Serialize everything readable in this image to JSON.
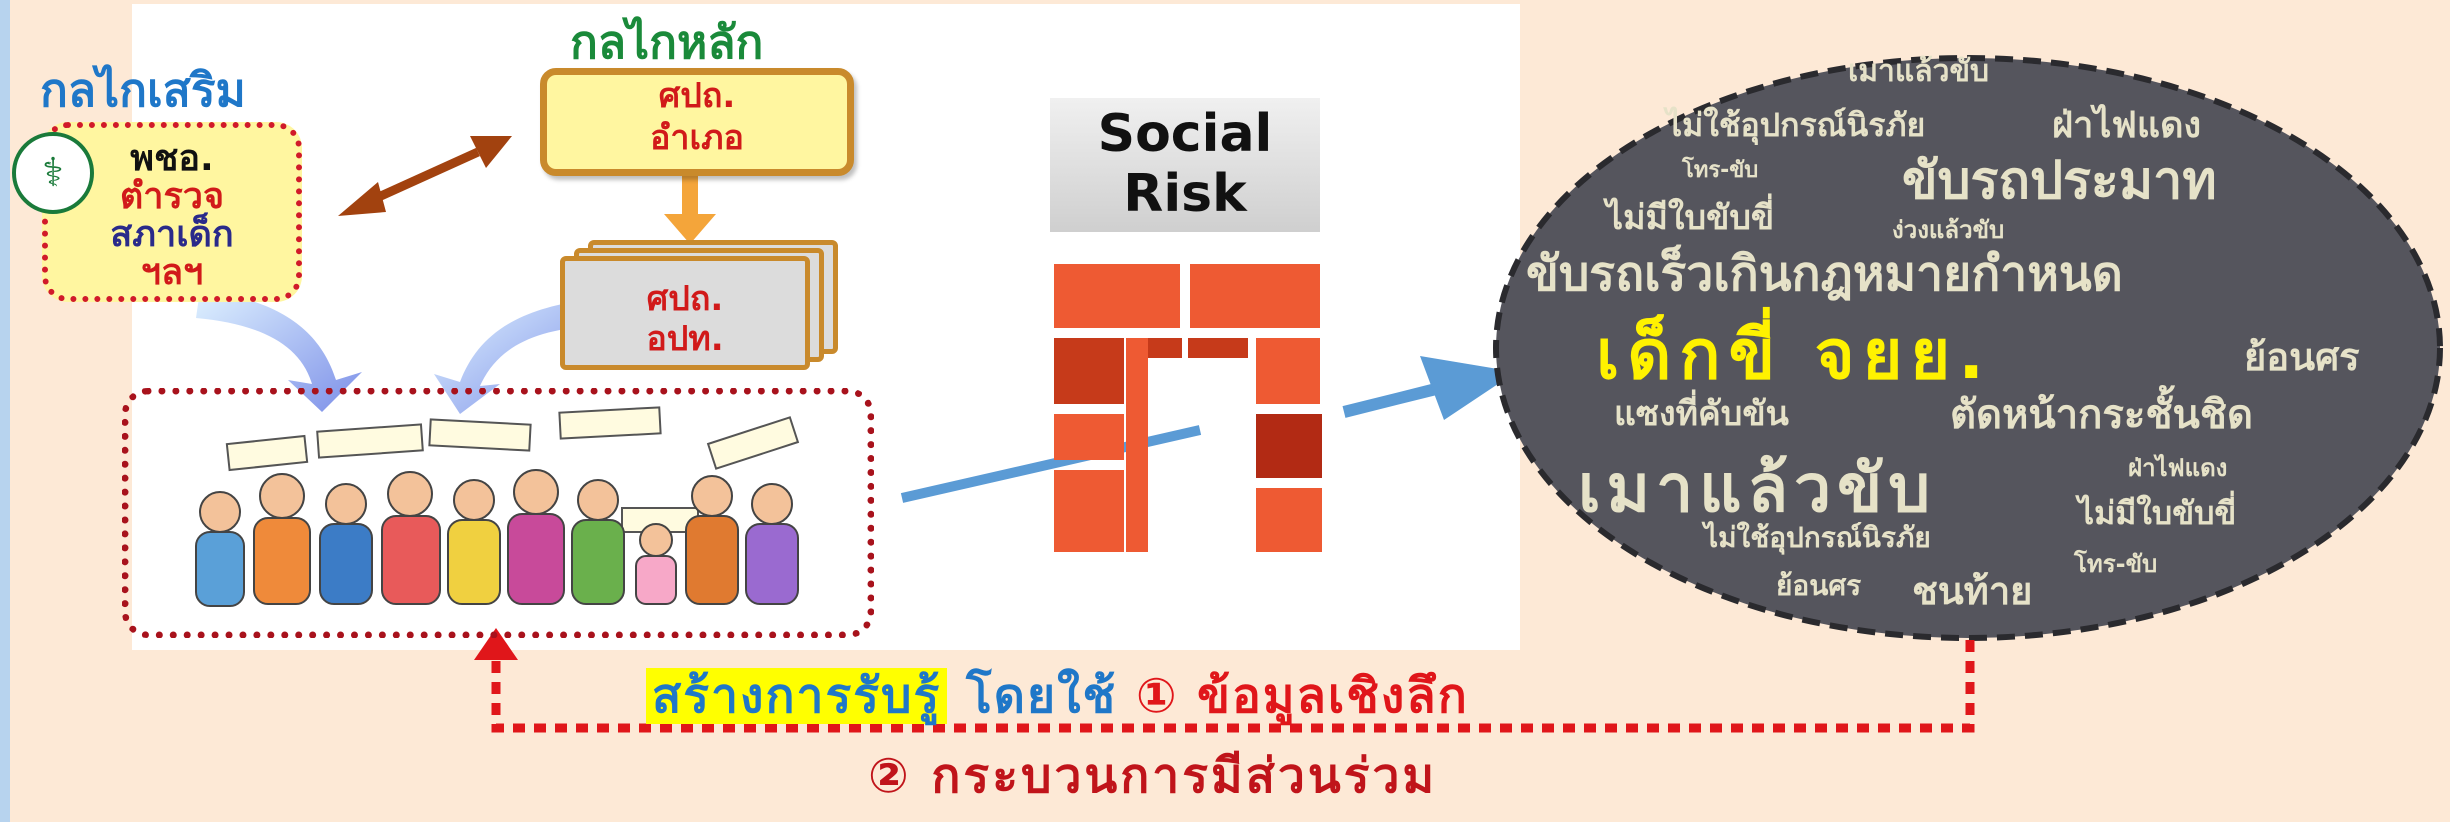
{
  "headings": {
    "supporting_mechanism": "กลไกเสริม",
    "main_mechanism": "กลไกหลัก"
  },
  "main_box": {
    "line1": "ศปถ.",
    "line2": "อำเภอ"
  },
  "support_box": {
    "line1": "พชอ.",
    "line2": "ตำรวจ",
    "line3": "สภาเด็ก",
    "line4": "ฯลฯ"
  },
  "doc_stack": {
    "line1": "ศปถ.",
    "line2": "อปท."
  },
  "social_risk": {
    "line1": "Social",
    "line2": "Risk"
  },
  "word_cloud": [
    "เมาแล้วขับ",
    "ไม่ใช้อุปกรณ์นิรภัย",
    "ฝ่าไฟแดง",
    "โทร-ขับ",
    "ขับรถประมาท",
    "ไม่มีใบขับขี่",
    "ง่วงแล้วขับ",
    "ขับรถเร็วเกินกฎหมายกำหนด",
    "เด็กขี่ จยย.",
    "ย้อนศร",
    "แซงที่คับขัน",
    "ตัดหน้ากระชั้นชิด",
    "เมาแล้วขับ",
    "ฝ่าไฟแดง",
    "ไม่มีใบขับขี่",
    "ไม่ใช้อุปกรณ์นิรภัย",
    "โทร-ขับ",
    "ย้อนศร",
    "ชนท้าย"
  ],
  "caption": {
    "highlight": "สร้างการรับรู้",
    "by_using": "โดยใช้",
    "item1": "① ข้อมูลเชิงลึก",
    "item2": "② กระบวนการมีส่วนร่วม"
  },
  "colors": {
    "background": "#fde9d6",
    "accent_blue": "#1f77c8",
    "accent_red": "#e0161a",
    "cloud_fill": "#55555d",
    "brick_orange": "#ee5a33"
  }
}
